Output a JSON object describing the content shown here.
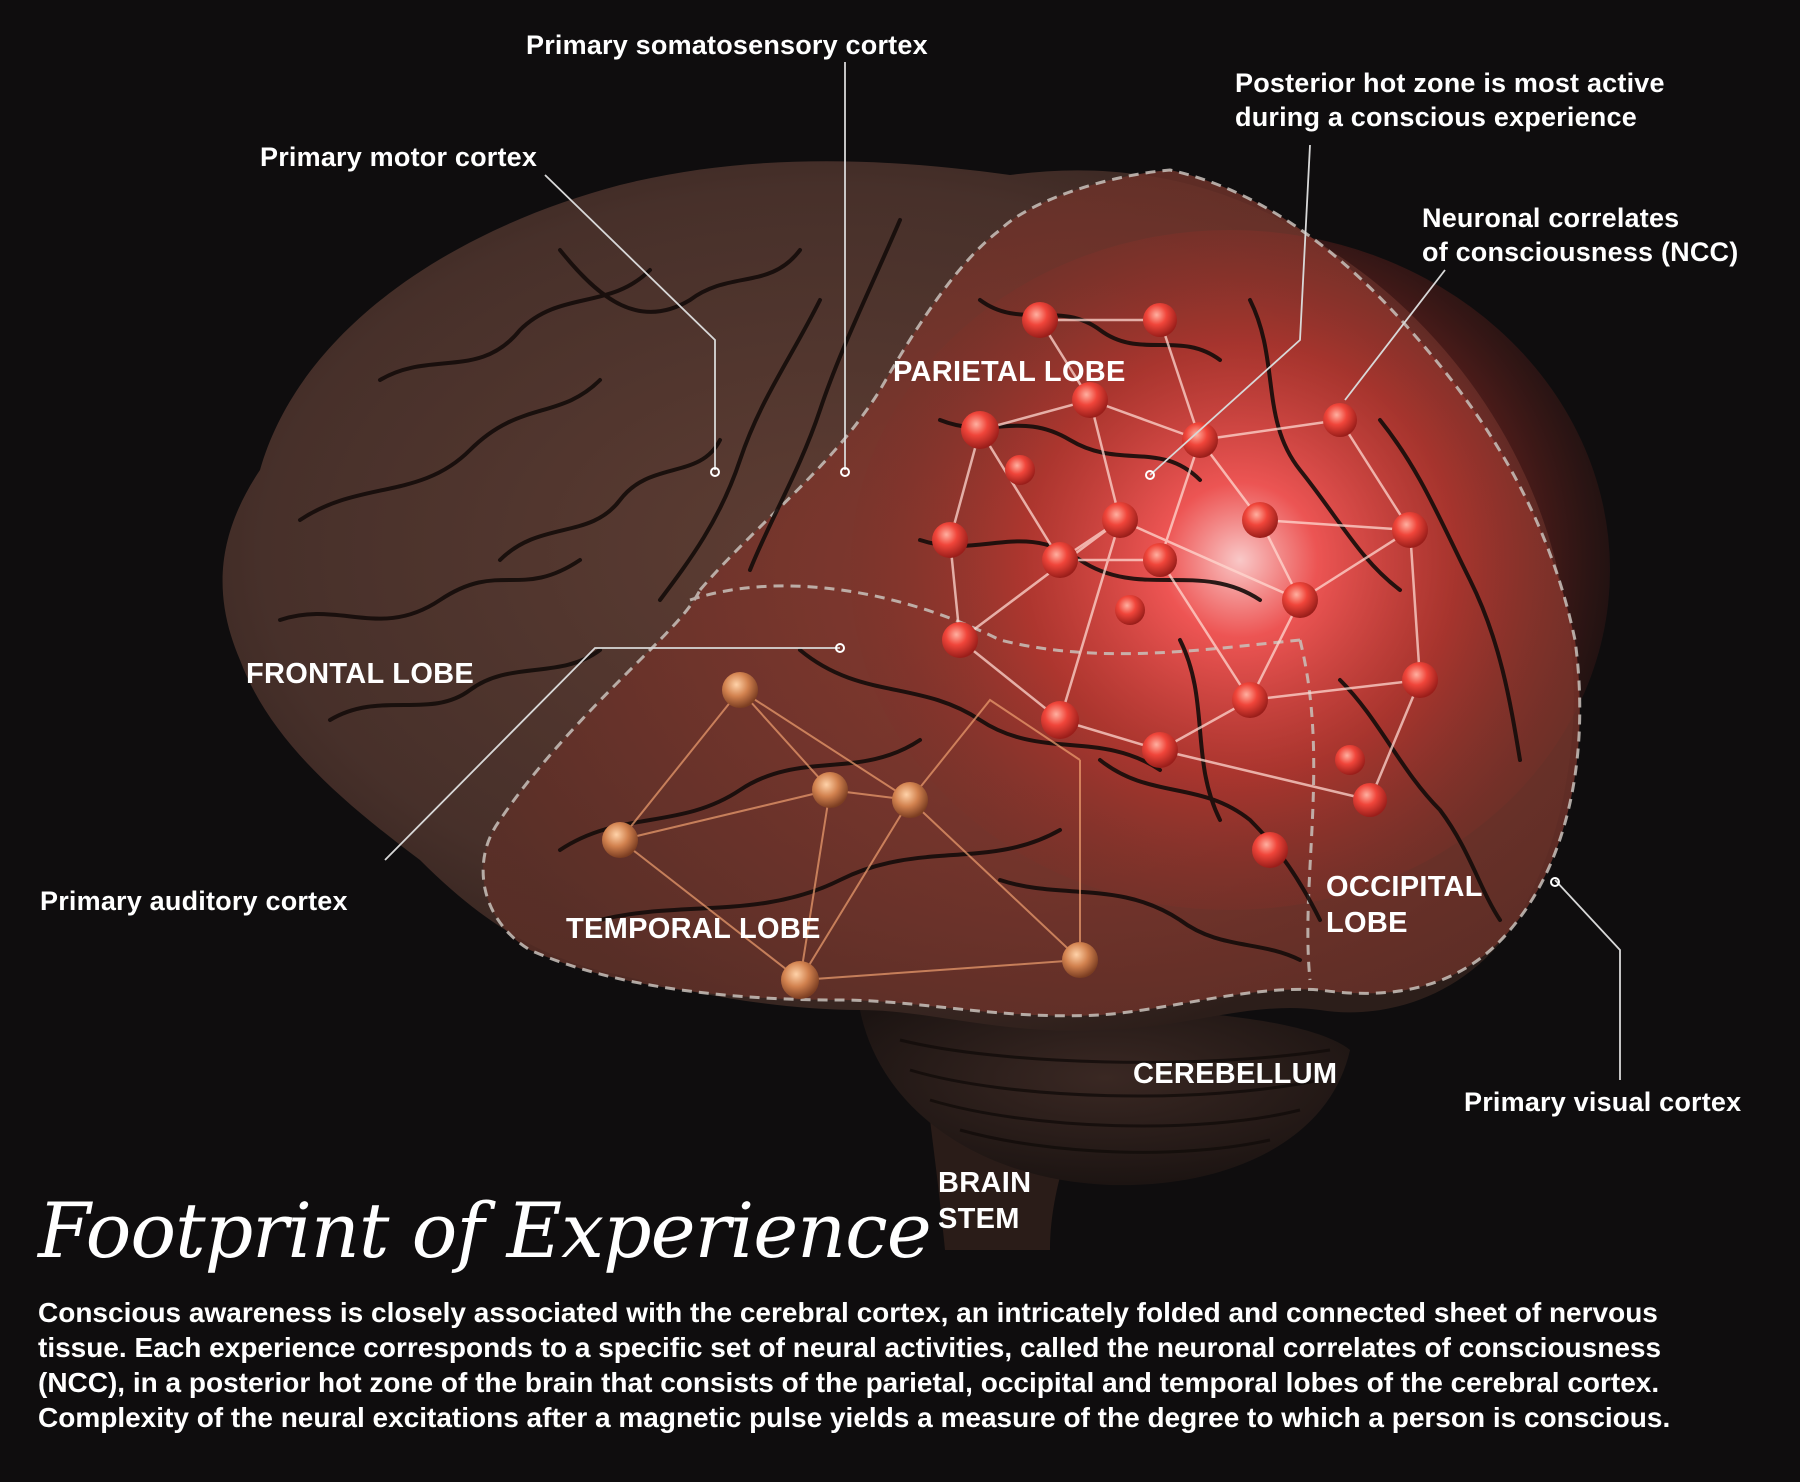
{
  "title": "Footprint of Experience",
  "caption": {
    "lines": [
      "Conscious awareness is closely associated with the cerebral cortex, an intricately folded and connected sheet of nervous",
      "tissue. Each experience corresponds to a specific set of neural activities, called the neuronal correlates of consciousness",
      "(NCC), in a posterior hot zone of the brain that consists of the parietal, occipital and temporal lobes of the cerebral cortex.",
      "Complexity of the neural excitations after a magnetic pulse yields a measure of the degree to which a person is conscious."
    ]
  },
  "annotations": {
    "somatosensory": "Primary somatosensory cortex",
    "motor": "Primary motor cortex",
    "hot_zone_line1": "Posterior hot zone is most active",
    "hot_zone_line2": "during a conscious experience",
    "ncc_line1": "Neuronal correlates",
    "ncc_line2": "of consciousness (NCC)",
    "auditory": "Primary auditory cortex",
    "visual": "Primary visual cortex"
  },
  "lobes": {
    "parietal": "PARIETAL LOBE",
    "frontal": "FRONTAL LOBE",
    "temporal": "TEMPORAL LOBE",
    "occipital_line1": "OCCIPITAL",
    "occipital_line2": "LOBE",
    "cerebellum": "CEREBELLUM",
    "brainstem_line1": "BRAIN",
    "brainstem_line2": "STEM"
  },
  "colors": {
    "background": "#0f0d0e",
    "brain_dark": "#3d2a24",
    "brain_mid": "#5a3a30",
    "hot_zone": "#ff3b3b",
    "node": "#e8483f",
    "temporal_node": "#d88a55",
    "text": "#ffffff"
  }
}
